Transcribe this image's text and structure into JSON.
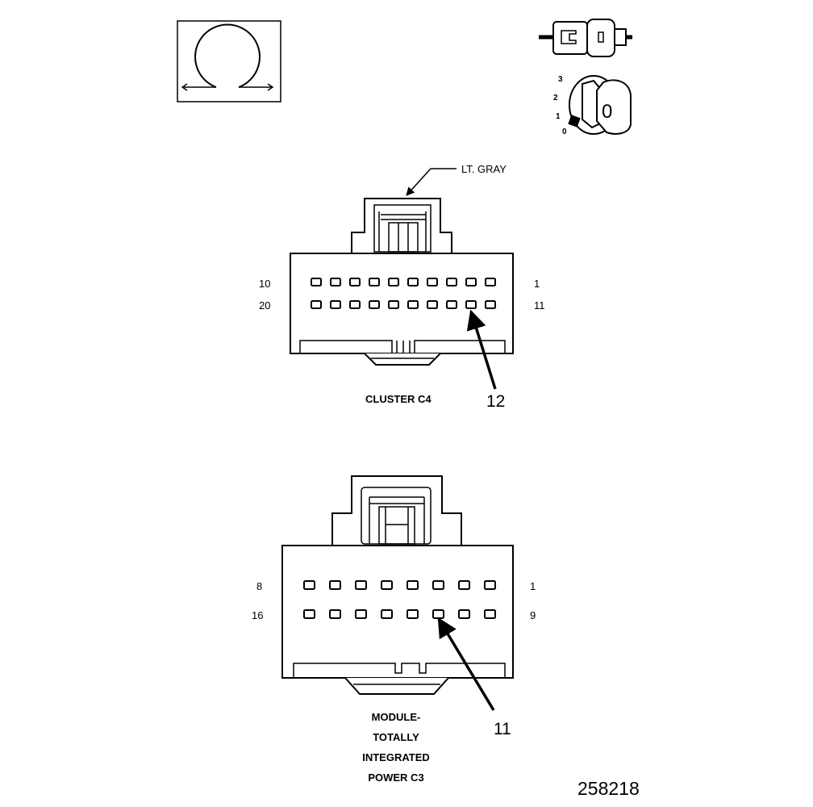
{
  "icons": {
    "omega_symbol": "ohm-icon",
    "connector_symbol": "connector-plug-icon",
    "ignition_switch": "ignition-key-icon"
  },
  "ignition": {
    "positions": [
      "3",
      "2",
      "1",
      "0"
    ],
    "key_label": "0"
  },
  "cluster_connector": {
    "color_label": "LT. GRAY",
    "name": "CLUSTER C4",
    "rows": [
      {
        "left": "10",
        "right": "1"
      },
      {
        "left": "20",
        "right": "11"
      }
    ],
    "pins_per_row": 10,
    "callout": "12",
    "callout_pin": 12
  },
  "module_connector": {
    "name_lines": [
      "MODULE-",
      "TOTALLY",
      "INTEGRATED",
      "POWER C3"
    ],
    "rows": [
      {
        "left": "8",
        "right": "1"
      },
      {
        "left": "16",
        "right": "9"
      }
    ],
    "pins_per_row": 8,
    "callout": "11",
    "callout_pin": 11
  },
  "figure_id": "258218"
}
